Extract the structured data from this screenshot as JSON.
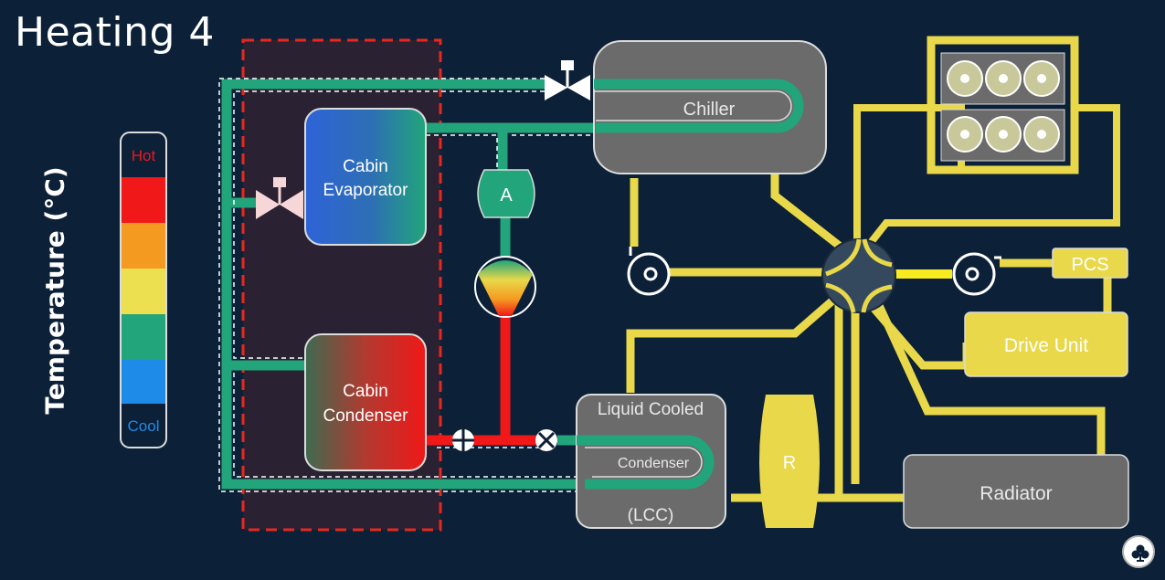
{
  "title": "Heating 4",
  "legend": {
    "title": "Temperature (°C)",
    "hot_label": "Hot",
    "cool_label": "Cool",
    "colors": [
      "#f01818",
      "#f59a20",
      "#ece050",
      "#22a57a",
      "#1f8be8"
    ]
  },
  "components": {
    "chiller": "Chiller",
    "cabin_evaporator": [
      "Cabin",
      "Evaporator"
    ],
    "cabin_condenser": [
      "Cabin",
      "Condenser"
    ],
    "accumulator": "A",
    "lcc": [
      "Liquid Cooled",
      "Condenser",
      "(LCC)"
    ],
    "reservoir": "R",
    "pcs": "PCS",
    "drive_unit": "Drive Unit",
    "radiator": "Radiator"
  },
  "colors": {
    "background": "#0c2038",
    "coolant": "#e8d84a",
    "refrigerant_cool": "#22a57a",
    "refrigerant_hot": "#f01818",
    "component_gray": "#6b6b6b",
    "highlight_box": "#e8281e"
  },
  "icons": {
    "badge": "club-icon"
  }
}
